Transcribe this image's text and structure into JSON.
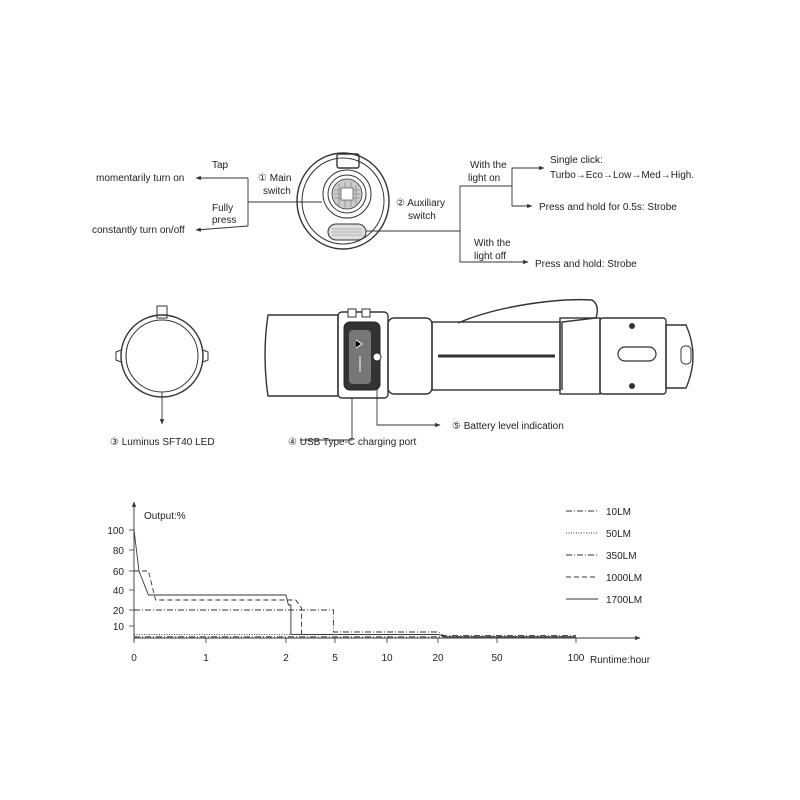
{
  "top_callouts": {
    "tap": "Tap",
    "momentary": "momentarily turn on",
    "full_press_line1": "Fully",
    "full_press_line2": "press",
    "constant": "constantly turn on/off",
    "main_switch_line1": "① Main",
    "main_switch_line2": "switch",
    "aux_switch_line1": "② Auxiliary",
    "aux_switch_line2": "switch",
    "with_light_on_line1": "With the",
    "with_light_on_line2": "light on",
    "single_click": "Single click:",
    "mode_sequence": "Turbo→Eco→Low→Med→High.",
    "press_hold_on": "Press and hold for 0.5s: Strobe",
    "with_light_off_line1": "With the",
    "with_light_off_line2": "light off",
    "press_hold_off": "Press and hold: Strobe"
  },
  "middle_callouts": {
    "led": "③ Luminus SFT40 LED",
    "usb": "④ USB Type-C charging port",
    "battery": "⑤ Battery level indication"
  },
  "chart_data": {
    "type": "line",
    "title": "",
    "ylabel": "Output:%",
    "xlabel": "Runtime:hour",
    "y_ticks": [
      10,
      20,
      40,
      60,
      80,
      100
    ],
    "x_ticks": [
      "0",
      "1",
      "2",
      "5",
      "10",
      "20",
      "50",
      "100"
    ],
    "series": [
      {
        "name": "10LM",
        "dash": "6,2,1,2",
        "points": [
          [
            0,
            1
          ],
          [
            1,
            1
          ],
          [
            2,
            1
          ],
          [
            5,
            1
          ],
          [
            10,
            1
          ],
          [
            20,
            1
          ],
          [
            50,
            1
          ],
          [
            100,
            1
          ]
        ]
      },
      {
        "name": "50LM",
        "dash": "1,1.5",
        "points": [
          [
            0,
            3
          ],
          [
            1,
            3
          ],
          [
            2,
            3
          ],
          [
            5,
            3
          ],
          [
            10,
            3
          ],
          [
            20,
            3
          ],
          [
            24,
            1
          ],
          [
            50,
            1
          ],
          [
            100,
            1
          ]
        ]
      },
      {
        "name": "350LM",
        "dash": "6,2,1,2",
        "points": [
          [
            0,
            20
          ],
          [
            1,
            20
          ],
          [
            2,
            20
          ],
          [
            3.5,
            20
          ],
          [
            4.9,
            20
          ],
          [
            4.9,
            5
          ],
          [
            10,
            5
          ],
          [
            20,
            5
          ],
          [
            23,
            2
          ],
          [
            50,
            2
          ],
          [
            100,
            2
          ]
        ]
      },
      {
        "name": "1000LM",
        "dash": "5,3",
        "points": [
          [
            0,
            60
          ],
          [
            0.2,
            60
          ],
          [
            0.3,
            30
          ],
          [
            1,
            30
          ],
          [
            2,
            30
          ],
          [
            2.6,
            30
          ],
          [
            2.95,
            22
          ],
          [
            2.95,
            3
          ],
          [
            5,
            3
          ],
          [
            20,
            3
          ],
          [
            24,
            1
          ],
          [
            100,
            1
          ]
        ]
      },
      {
        "name": "1700LM",
        "dash": "",
        "points": [
          [
            0,
            100
          ],
          [
            0.07,
            60
          ],
          [
            0.2,
            35
          ],
          [
            1,
            35
          ],
          [
            2,
            35
          ],
          [
            2.15,
            25
          ],
          [
            2.3,
            25
          ],
          [
            2.3,
            3
          ],
          [
            5,
            3
          ],
          [
            20,
            3
          ],
          [
            24,
            1
          ],
          [
            100,
            1
          ]
        ]
      }
    ]
  }
}
